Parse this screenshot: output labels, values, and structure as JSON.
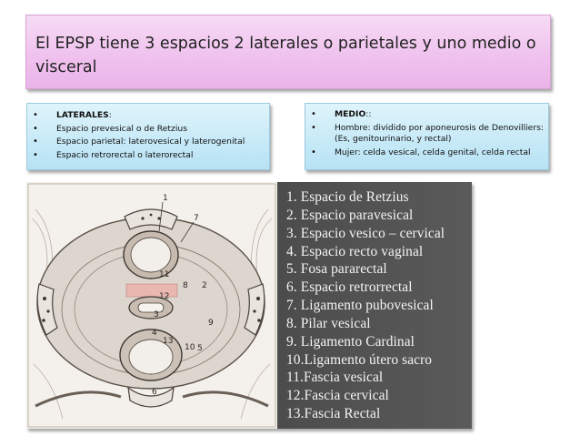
{
  "title": "El EPSP tiene 3 espacios 2 laterales o parietales y uno medio o visceral",
  "laterales": {
    "heading": "LATERALES",
    "heading_suffix": ":",
    "items": [
      "Espacio prevesical o de Retzius",
      "Espacio parietal: laterovesical y laterogenital",
      "Espacio retrorectal o laterorectal"
    ]
  },
  "medio": {
    "heading": "MEDIO",
    "heading_suffix": "::",
    "items": [
      "Hombre: dividido por aponeurosis de Denovilliers: (Es, genitourinario, y rectal)",
      "Mujer: celda vesical, celda genital, celda rectal"
    ]
  },
  "figure": {
    "diagram_numbers": [
      "1",
      "7",
      "11",
      "8",
      "2",
      "12",
      "3",
      "9",
      "4",
      "13",
      "10",
      "5",
      "6"
    ],
    "legend": [
      "1. Espacio de Retzius",
      "2. Espacio paravesical",
      "3. Espacio vesico – cervical",
      "4. Espacio recto vaginal",
      "5. Fosa pararectal",
      "6. Espacio retrorrectal",
      "7. Ligamento pubovesical",
      "8. Pilar vesical",
      "9. Ligamento Cardinal",
      "10.Ligamento útero sacro",
      "11.Fascia vesical",
      "12.Fascia cervical",
      "13.Fascia Rectal"
    ]
  }
}
